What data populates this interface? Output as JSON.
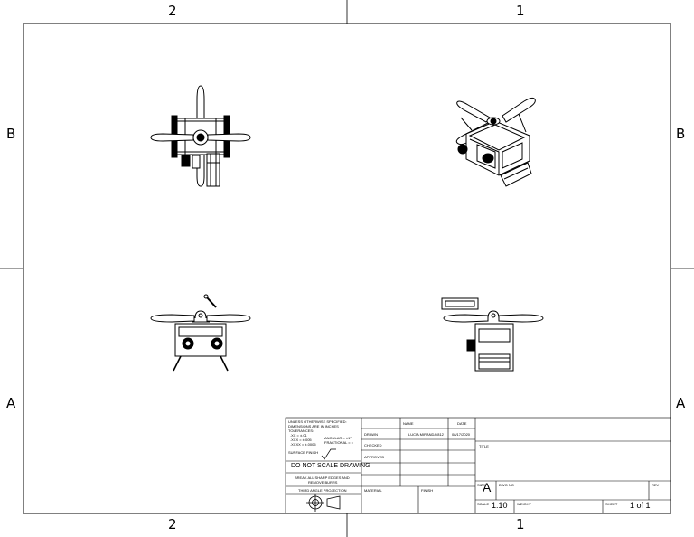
{
  "zones": {
    "top": [
      "2",
      "1"
    ],
    "bottom": [
      "2",
      "1"
    ],
    "left": [
      "B",
      "A"
    ],
    "right": [
      "B",
      "A"
    ]
  },
  "title_block": {
    "tolerance_note": [
      "UNLESS OTHERWISE SPECIFIED:",
      "DIMENSIONS ARE IN INCHES",
      "TOLERANCES:"
    ],
    "tol_x": ".XX = ±.01",
    "tol_xxx": ".XXX = ±.005",
    "tol_xxxx": ".XXXX = ±.0005",
    "angular": "ANGULAR = ±1°",
    "fractional": "FRACTIONAL = ±",
    "surface_finish": "SURFACE FINISH",
    "do_not_scale": "DO NOT SCALE DRAWING",
    "break_edges": [
      "BREAK ALL SHARP EDGES AND",
      "REMOVE BURRS"
    ],
    "projection": "THIRD ANGLE PROJECTION",
    "headers": {
      "name": "NAME",
      "date": "DATE"
    },
    "rows": {
      "drawn": "DRAWN",
      "checked": "CHECKED",
      "approved": "APPROVED"
    },
    "drawn_by": "LUCIA MIRANDA/812",
    "drawn_date": "08/17/2020",
    "title_label": "TITLE",
    "material_label": "MATERIAL",
    "finish_label": "FINISH",
    "size_label": "SIZE",
    "dwg_no_label": "DWG NO",
    "rev_label": "REV",
    "size_value": "A",
    "scale_label": "SCALE",
    "scale_value": "1:10",
    "weight_label": "WEIGHT",
    "sheet_label": "SHEET",
    "sheet_value": "1 of 1"
  }
}
